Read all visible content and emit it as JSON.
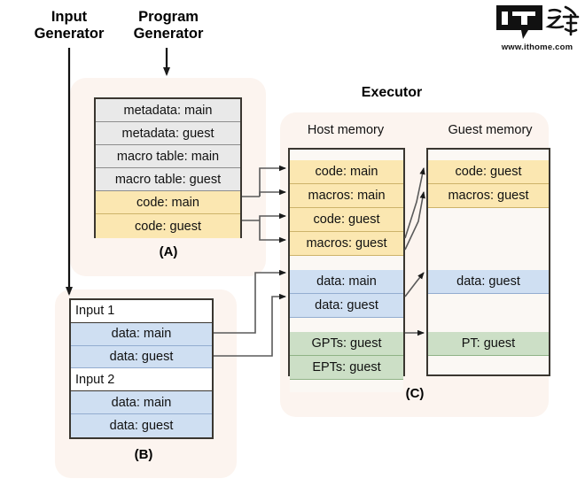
{
  "headings": {
    "input_generator": "Input\nGenerator",
    "program_generator": "Program\nGenerator",
    "executor": "Executor"
  },
  "captions": {
    "a": "(A)",
    "b": "(B)",
    "c": "(C)"
  },
  "columns": {
    "host": "Host memory",
    "guest": "Guest memory"
  },
  "program_generator_block": {
    "rows": [
      {
        "label": "metadata: main",
        "style": "gray"
      },
      {
        "label": "metadata: guest",
        "style": "gray"
      },
      {
        "label": "macro table: main",
        "style": "gray"
      },
      {
        "label": "macro table: guest",
        "style": "gray"
      },
      {
        "label": "code: main",
        "style": "yellow"
      },
      {
        "label": "code: guest",
        "style": "yellow"
      }
    ]
  },
  "input_generator_block": {
    "rows": [
      {
        "label": "Input 1",
        "style": "white"
      },
      {
        "label": "data: main",
        "style": "blue"
      },
      {
        "label": "data: guest",
        "style": "blue"
      },
      {
        "label": "Input 2",
        "style": "white"
      },
      {
        "label": "data: main",
        "style": "blue"
      },
      {
        "label": "data: guest",
        "style": "blue"
      }
    ]
  },
  "host_memory": {
    "rows": [
      {
        "label": "",
        "style": "plain",
        "h": 12
      },
      {
        "label": "code: main",
        "style": "yellow",
        "h": 27
      },
      {
        "label": "macros: main",
        "style": "yellow",
        "h": 27
      },
      {
        "label": "code: guest",
        "style": "yellow",
        "h": 27
      },
      {
        "label": "macros: guest",
        "style": "yellow",
        "h": 27
      },
      {
        "label": "",
        "style": "plain",
        "h": 16
      },
      {
        "label": "data: main",
        "style": "blue",
        "h": 27
      },
      {
        "label": "data: guest",
        "style": "blue",
        "h": 27
      },
      {
        "label": "",
        "style": "plain",
        "h": 16
      },
      {
        "label": "GPTs: guest",
        "style": "green",
        "h": 27
      },
      {
        "label": "EPTs: guest",
        "style": "green",
        "h": 27
      },
      {
        "label": "",
        "style": "plain",
        "h": 14
      }
    ]
  },
  "guest_memory": {
    "rows": [
      {
        "label": "",
        "style": "plain",
        "h": 12
      },
      {
        "label": "code: guest",
        "style": "yellow",
        "h": 27
      },
      {
        "label": "macros: guest",
        "style": "yellow",
        "h": 27
      },
      {
        "label": "",
        "style": "plain",
        "h": 70
      },
      {
        "label": "data: guest",
        "style": "blue",
        "h": 27
      },
      {
        "label": "",
        "style": "plain",
        "h": 43
      },
      {
        "label": "PT: guest",
        "style": "green",
        "h": 27
      },
      {
        "label": "",
        "style": "plain",
        "h": 21
      }
    ]
  },
  "watermark": {
    "url": "www.ithome.com",
    "mark": "IT之家"
  },
  "colors": {
    "panel_bg": "#fcf4ef",
    "code_yellow": "#fbe7b1",
    "data_blue": "#cfdff2",
    "pt_green": "#ccdfc6",
    "meta_gray": "#e9e9e9",
    "stroke": "#3a3630"
  }
}
